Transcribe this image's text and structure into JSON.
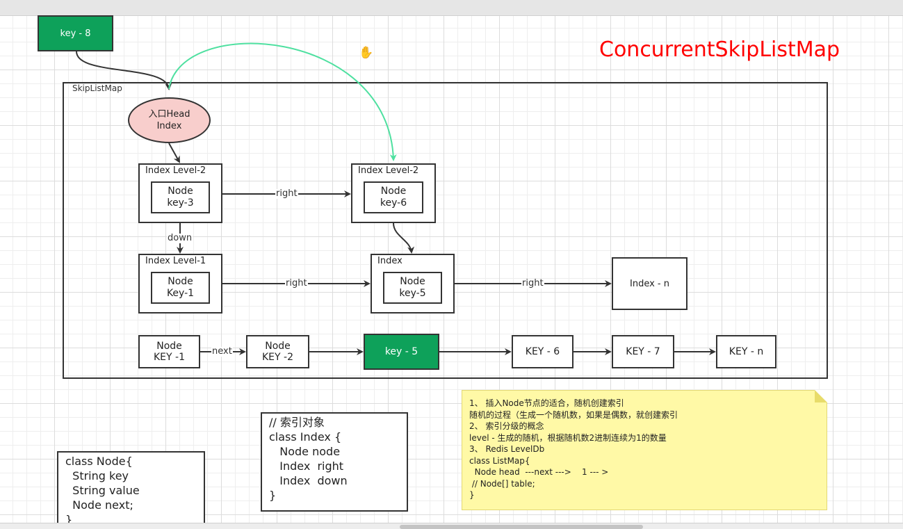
{
  "title": "ConcurrentSkipListMap",
  "top_node": "key - 8",
  "skiplist_label": "SkipListMap",
  "head": {
    "line1": "入口Head",
    "line2": "Index"
  },
  "level2_left": {
    "label": "Index  Level-2",
    "node": "Node\nkey-3"
  },
  "level2_right": {
    "label": "Index  Level-2",
    "node": "Node\nkey-6"
  },
  "level1_left": {
    "label": "Index Level-1",
    "node": "Node\nKey-1"
  },
  "level1_mid": {
    "label": "Index",
    "node": "Node\nkey-5"
  },
  "index_n": "Index - n",
  "edges": {
    "right": "right",
    "down": "down",
    "next": "next"
  },
  "bottom_nodes": {
    "n1": "Node\nKEY -1",
    "n2": "Node\nKEY -2",
    "n3": "key - 5",
    "n4": "KEY - 6",
    "n5": "KEY - 7",
    "n6": "KEY - n"
  },
  "code_node": [
    "class Node{",
    "  String key",
    "  String value",
    "  Node next;",
    "}"
  ],
  "code_index": [
    "// 索引对象",
    "class Index {",
    "   Node node",
    "   Index  right",
    "   Index  down",
    "}"
  ],
  "note_lines": [
    "1、 插入Node节点的适合，随机创建索引",
    "随机的过程（生成一个随机数，如果是偶数，就创建索引",
    "2、 索引分级的概念",
    "level - 生成的随机，根据随机数2进制连续为1的数量",
    "3、 Redis LevelDb",
    "class ListMap{",
    "  Node head  ---next --->    1 --- >",
    "",
    " // Node[] table;",
    "}"
  ],
  "colors": {
    "green_node": "#0ea15a",
    "head_fill": "#f8cecc",
    "title_red": "#ff0000",
    "teal_arrow": "#4ee0a0",
    "note_fill": "#fff9a6"
  }
}
